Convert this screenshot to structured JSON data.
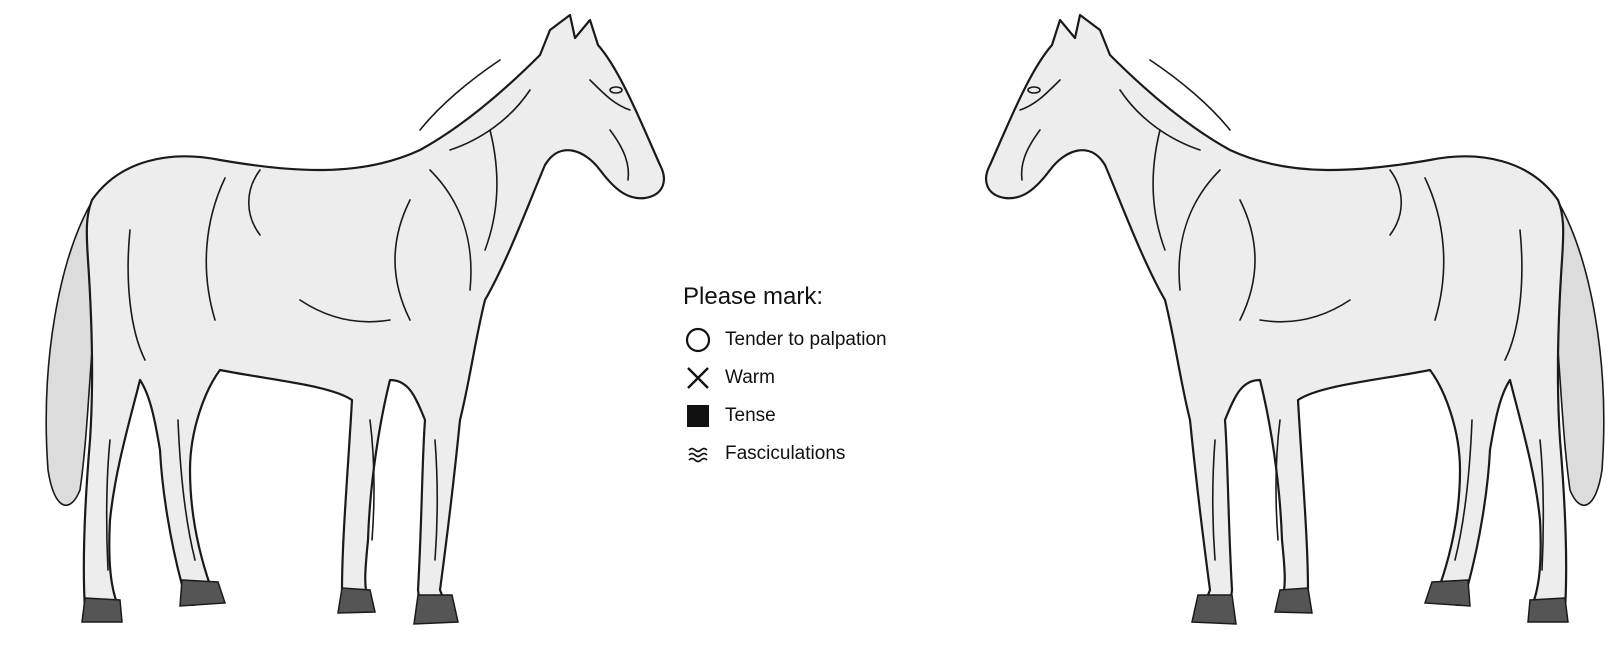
{
  "legend": {
    "title": "Please mark:",
    "items": [
      {
        "symbol": "circle-icon",
        "label": "Tender to palpation"
      },
      {
        "symbol": "x-mark-icon",
        "label": "Warm"
      },
      {
        "symbol": "filled-square-icon",
        "label": "Tense"
      },
      {
        "symbol": "wavy-lines-icon",
        "label": "Fasciculations"
      }
    ]
  },
  "figures": [
    {
      "name": "horse-outline-left",
      "facing": "right"
    },
    {
      "name": "horse-outline-right",
      "facing": "left"
    }
  ],
  "colors": {
    "outline": "#1a1a1a",
    "body_fill": "#ededed",
    "background": "#ffffff"
  }
}
